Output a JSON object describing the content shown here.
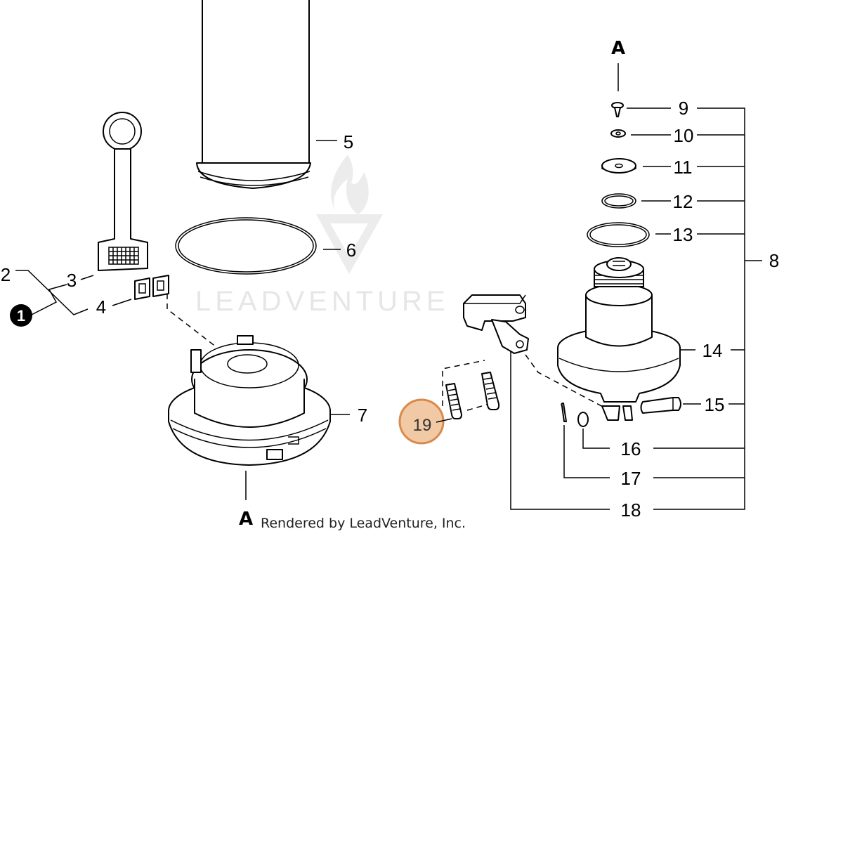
{
  "watermark": {
    "brand_text": "LEADVENTURE"
  },
  "credit": "Rendered by LeadVenture, Inc.",
  "reference_marks": {
    "top": "A",
    "bottom": "A"
  },
  "kit_badge": {
    "label": "1",
    "color": "#000000"
  },
  "highlight": {
    "label": "19",
    "color": "#d9894b",
    "fill": "#f1c9a4"
  },
  "callouts": {
    "c2": "2",
    "c3": "3",
    "c4": "4",
    "c5": "5",
    "c6": "6",
    "c7": "7",
    "c8": "8",
    "c9": "9",
    "c10": "10",
    "c11": "11",
    "c12": "12",
    "c13": "13",
    "c14": "14",
    "c15": "15",
    "c16": "16",
    "c17": "17",
    "c18": "18"
  }
}
